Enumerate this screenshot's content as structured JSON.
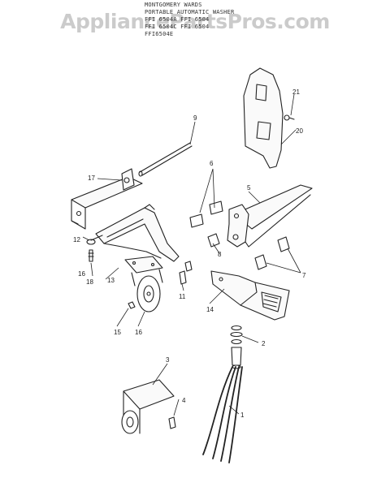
{
  "watermark": "AppliancePartsPros.com",
  "header": {
    "line1": "MONTGOMERY WARDS",
    "line2": "PORTABLE AUTOMATIC WASHER",
    "line3": "FFI 6504A FFI 6504",
    "line4": "FFI 6504C FFI 6504",
    "line5": "FFI6504E"
  },
  "callouts": {
    "c1": "1",
    "c2": "2",
    "c3": "3",
    "c4": "4",
    "c5": "5",
    "c6": "6",
    "c7": "7",
    "c8": "8",
    "c9": "9",
    "c11": "11",
    "c12": "12",
    "c13": "13",
    "c14": "14",
    "c15": "15",
    "c16": "16",
    "c16b": "16",
    "c17": "17",
    "c18": "18",
    "c20": "20",
    "c21": "21"
  }
}
